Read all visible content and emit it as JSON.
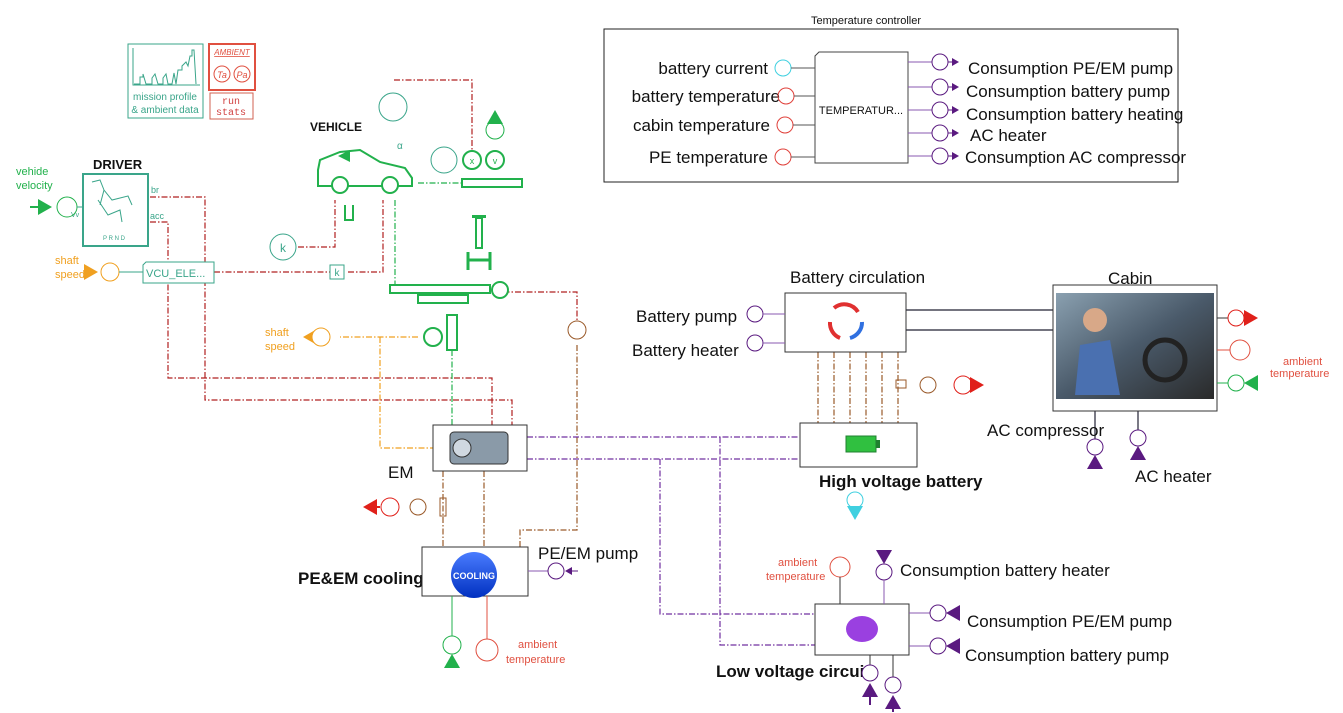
{
  "colors": {
    "teal": "#3aa58a",
    "green": "#22b14c",
    "red": "#e0403a",
    "purple": "#7030a0",
    "orange": "#f0a020",
    "cyan": "#40d0e0",
    "brown": "#9a5a2a",
    "darkred": "#b02020"
  },
  "temperature_controller": {
    "title": "Temperature controller",
    "block_label": "TEMPERATUR...",
    "inputs": [
      "battery current",
      "battery temperature",
      "cabin temperature",
      "PE temperature"
    ],
    "outputs": [
      "Consumption PE/EM pump",
      "Consumption battery pump",
      "Consumption battery heating",
      "AC heater",
      "Consumption AC compressor"
    ]
  },
  "mission_profile": {
    "line1": "mission profile",
    "line2": "& ambient data"
  },
  "ambient_block": {
    "title": "AMBIENT",
    "t": "Ta",
    "p": "Pa"
  },
  "run_stats": {
    "line1": "run",
    "line2": "stats"
  },
  "vehicle": {
    "label": "VEHICLE",
    "alpha": "α",
    "x": "x",
    "v": "v"
  },
  "driver": {
    "label": "DRIVER",
    "br": "br",
    "acc": "acc",
    "vv": "Vv",
    "gears": "P R N D"
  },
  "vehicle_velocity": {
    "line1": "vehide",
    "line2": "velocity"
  },
  "shaft_speed_in": {
    "line1": "shaft",
    "line2": "speed"
  },
  "shaft_speed_out": {
    "line1": "shaft",
    "line2": "speed"
  },
  "vcu": {
    "label": "VCU_ELE..."
  },
  "gain_circle": {
    "label": "k"
  },
  "gain_box": {
    "label": "k"
  },
  "em": {
    "label": "EM"
  },
  "cooling": {
    "label": "PE&EM cooling",
    "icon_text": "COOLING",
    "pump_label": "PE/EM pump",
    "ambient_line1": "ambient",
    "ambient_line2": "temperature"
  },
  "battery_circulation": {
    "label": "Battery circulation",
    "pump_label": "Battery pump",
    "heater_label": "Battery heater"
  },
  "hv_battery": {
    "label": "High voltage battery"
  },
  "cabin": {
    "label": "Cabin",
    "ambient_line1": "ambient",
    "ambient_line2": "temperature",
    "ac_compressor": "AC compressor",
    "ac_heater": "AC heater"
  },
  "lv_circuit": {
    "label": "Low voltage circuit",
    "ambient_line1": "ambient",
    "ambient_line2": "temperature",
    "battery_heater": "Consumption battery heater",
    "pe_em_pump": "Consumption PE/EM pump",
    "battery_pump": "Consumption battery pump"
  }
}
